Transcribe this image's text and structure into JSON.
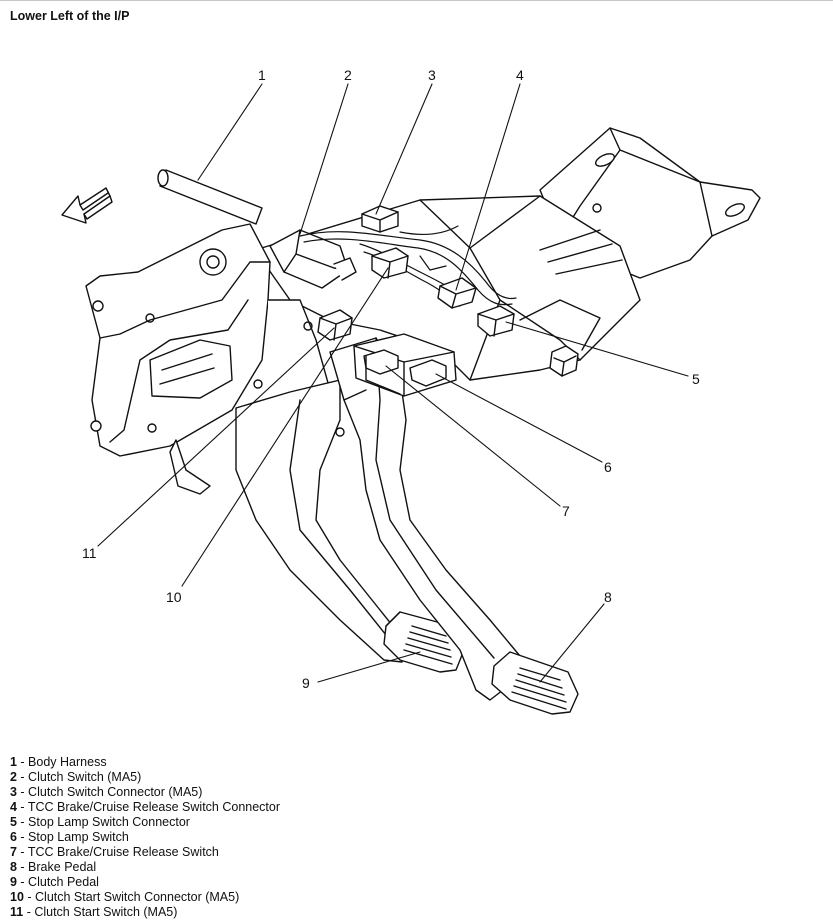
{
  "title": "Lower Left of the I/P",
  "callouts": [
    "1",
    "2",
    "3",
    "4",
    "5",
    "6",
    "7",
    "8",
    "9",
    "10",
    "11"
  ],
  "legend": [
    {
      "num": "1",
      "text": " - Body Harness"
    },
    {
      "num": "2",
      "text": " - Clutch Switch (MA5)"
    },
    {
      "num": "3",
      "text": " - Clutch Switch Connector (MA5)"
    },
    {
      "num": "4",
      "text": " - TCC Brake/Cruise Release Switch Connector"
    },
    {
      "num": "5",
      "text": " - Stop Lamp Switch Connector"
    },
    {
      "num": "6",
      "text": " - Stop Lamp Switch"
    },
    {
      "num": "7",
      "text": " - TCC Brake/Cruise Release Switch"
    },
    {
      "num": "8",
      "text": " - Brake Pedal"
    },
    {
      "num": "9",
      "text": " - Clutch Pedal"
    },
    {
      "num": "10",
      "text": " - Clutch Start Switch Connector (MA5)"
    },
    {
      "num": "11",
      "text": " - Clutch Start Switch (MA5)"
    }
  ],
  "colors": {
    "line": "#111111",
    "background": "#ffffff"
  }
}
